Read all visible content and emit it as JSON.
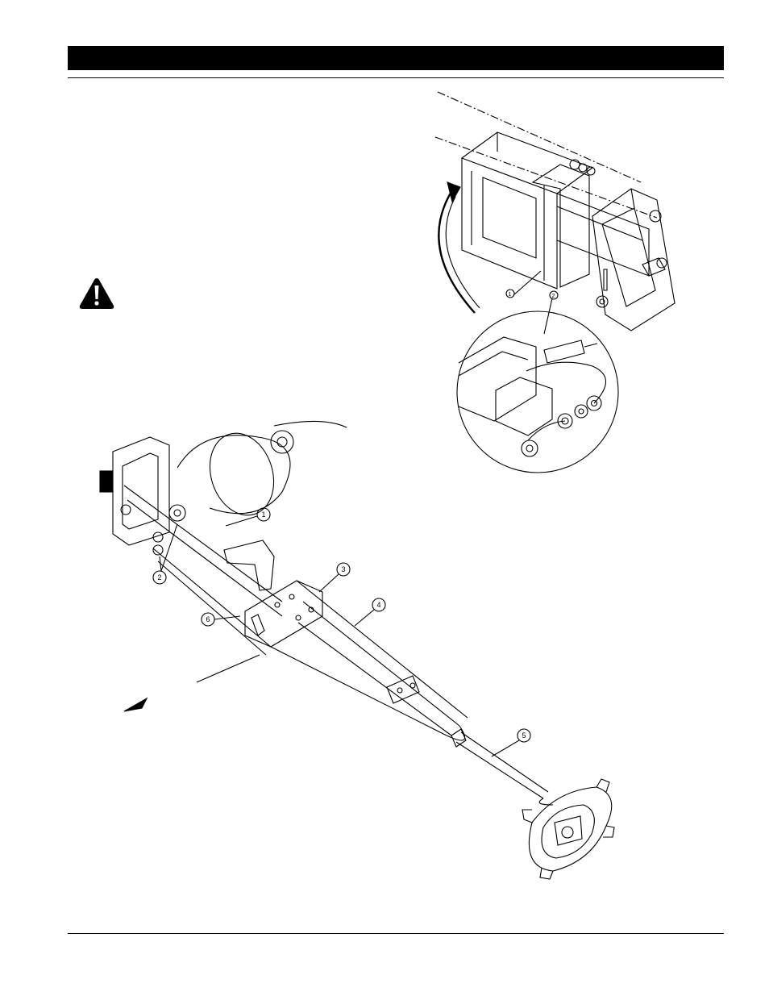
{
  "header": {
    "title": ""
  },
  "figure_top": {
    "callouts": [
      "1",
      "2"
    ]
  },
  "figure_bottom": {
    "callouts": [
      "1",
      "2",
      "3",
      "4",
      "5",
      "6"
    ]
  },
  "icons": {
    "warning": "warning-triangle-icon"
  },
  "colors": {
    "ink": "#000000",
    "paper": "#ffffff"
  }
}
